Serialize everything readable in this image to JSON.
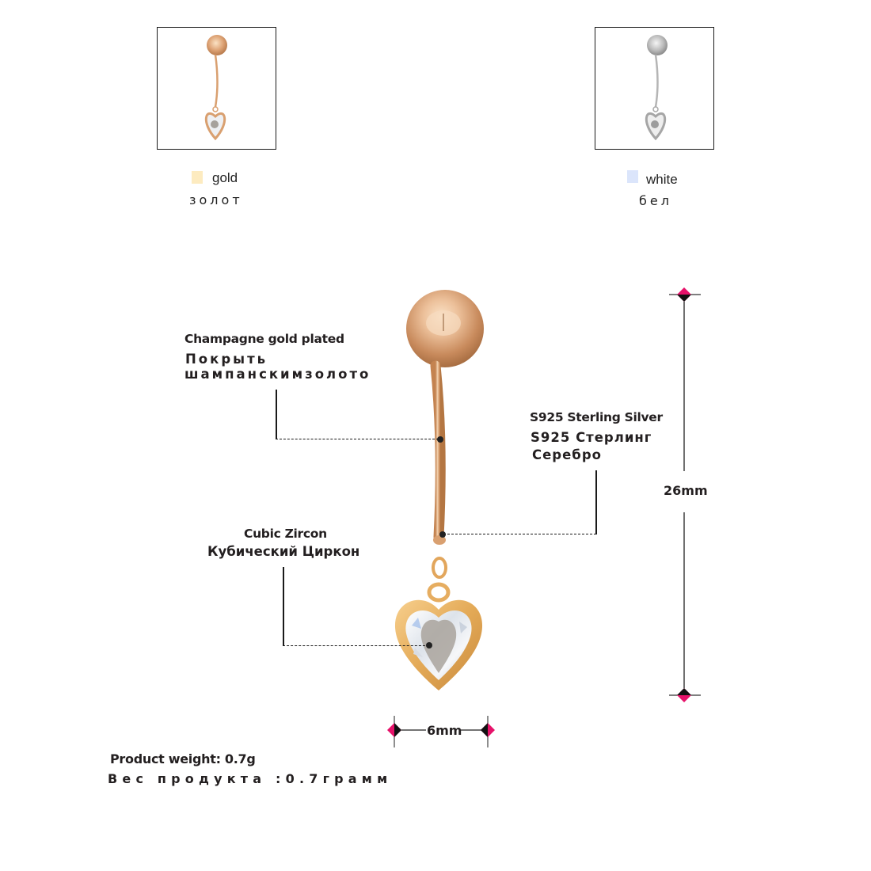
{
  "variants": [
    {
      "label": "gold",
      "label_ru": "золот",
      "swatch_color": "#fdebc0",
      "metal_color": "#e0aa7a"
    },
    {
      "label": "white",
      "label_ru": "бел",
      "swatch_color": "#dbe5fb",
      "metal_color": "#c7c7c7"
    }
  ],
  "annotations": {
    "plating": {
      "en": "Champagne gold plated",
      "ru_line1": "Покрыть",
      "ru_line2": "шампанскимзолото"
    },
    "material": {
      "en": "S925 Sterling Silver",
      "ru_line1": "S925 Стерлинг",
      "ru_line2": "Серебро"
    },
    "stone": {
      "en": "Cubic Zircon",
      "ru": "Кубический Циркон"
    }
  },
  "dimensions": {
    "height": "26mm",
    "width": "6mm",
    "marker_color": "#e6126a"
  },
  "weight": {
    "en": "Product weight: 0.7g",
    "ru": "Вес продукта :0.7грамм"
  }
}
